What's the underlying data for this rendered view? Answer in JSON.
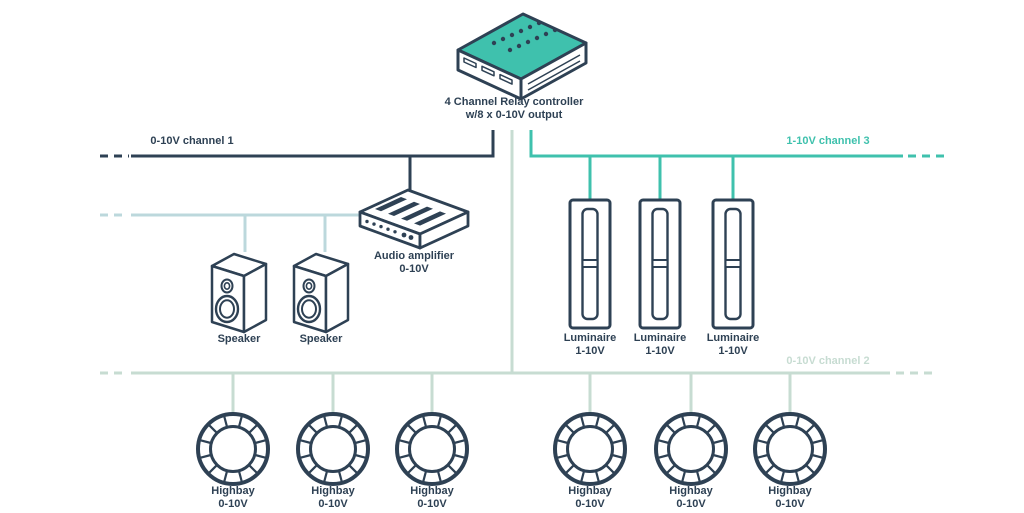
{
  "colors": {
    "dark_navy": "#2e4154",
    "teal": "#3fc1ad",
    "pale_green": "#c7dcd2",
    "pale_blue": "#bcd8dc",
    "background": "#ffffff"
  },
  "controller": {
    "label_line1": "4 Channel Relay controller",
    "label_line2": "w/8 x 0-10V output"
  },
  "channels": {
    "channel1": {
      "label": "0-10V channel 1",
      "color": "#2e4154"
    },
    "channel2": {
      "label": "0-10V channel 2",
      "color": "#c7dcd2"
    },
    "channel3": {
      "label": "1-10V channel 3",
      "color": "#3fc1ad"
    }
  },
  "amplifier": {
    "label_line1": "Audio amplifier",
    "label_line2": "0-10V"
  },
  "speakers": [
    {
      "label": "Speaker"
    },
    {
      "label": "Speaker"
    }
  ],
  "luminaires": [
    {
      "label_line1": "Luminaire",
      "label_line2": "1-10V"
    },
    {
      "label_line1": "Luminaire",
      "label_line2": "1-10V"
    },
    {
      "label_line1": "Luminaire",
      "label_line2": "1-10V"
    }
  ],
  "highbays": [
    {
      "label_line1": "Highbay",
      "label_line2": "0-10V"
    },
    {
      "label_line1": "Highbay",
      "label_line2": "0-10V"
    },
    {
      "label_line1": "Highbay",
      "label_line2": "0-10V"
    },
    {
      "label_line1": "Highbay",
      "label_line2": "0-10V"
    },
    {
      "label_line1": "Highbay",
      "label_line2": "0-10V"
    },
    {
      "label_line1": "Highbay",
      "label_line2": "0-10V"
    }
  ]
}
